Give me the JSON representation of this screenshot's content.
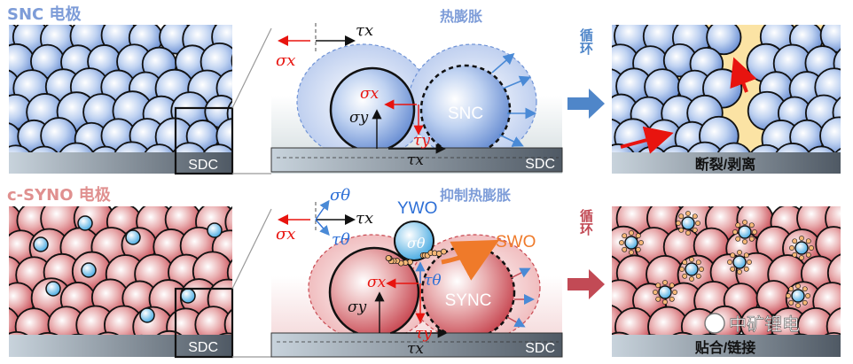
{
  "top_row": {
    "title": "SNC 电极",
    "substrate_label": "SDC",
    "center_title": "热膨胀",
    "particle_label": "SNC",
    "stress_symbols": {
      "tau_x": "τx",
      "sigma_x": "σx",
      "sigma_y": "σy",
      "tau_y": "τy"
    },
    "arrow_label": "循环",
    "result_label": "断裂/剥离"
  },
  "bottom_row": {
    "title": "c-SYNO 电极",
    "substrate_label": "SDC",
    "center_title": "抑制热膨胀",
    "particle_label": "SYNC",
    "nano_particle_label": "YWO",
    "surface_label": "SWO",
    "stress_symbols": {
      "sigma_theta": "σθ",
      "tau_x": "τx",
      "sigma_x": "σx",
      "tau_theta": "τθ",
      "sigma_y": "σy",
      "tau_y": "τy"
    },
    "arrow_label": "循环",
    "result_label": "贴合/链接"
  },
  "watermark": "中矿锂电",
  "colors": {
    "snc_blue": "#6f93d6",
    "sync_red": "#c94a52",
    "arrow_blue": "#4f86c9",
    "arrow_red": "#c24a55",
    "stress_red": "#e8140f",
    "substrate_dark": "#555f6b",
    "crack_yellow": "#fbe3a4"
  }
}
